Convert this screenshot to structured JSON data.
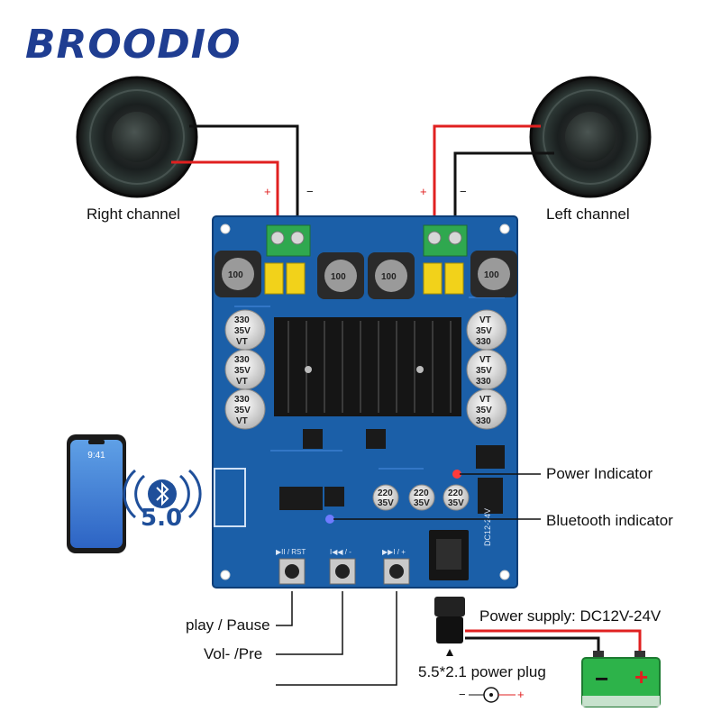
{
  "brand": "BROODIO",
  "speakers": {
    "right": {
      "label": "Right channel",
      "plus": "+",
      "minus": "−"
    },
    "left": {
      "label": "Left channel",
      "plus": "+",
      "minus": "−"
    }
  },
  "phone": {
    "time": "9:41"
  },
  "bluetooth": {
    "version": "5.0"
  },
  "board": {
    "capacitor_text": [
      "330",
      "35V",
      "VT"
    ],
    "small_cap_text": [
      "220",
      "35V"
    ],
    "inductor_text": "100",
    "power_jack_label": "DC12-24V",
    "button_labels": [
      "▶II / RST",
      "I◀◀ / -",
      "▶▶I / +"
    ]
  },
  "callouts": {
    "power_indicator": "Power Indicator",
    "bluetooth_indicator": "Bluetooth indicator",
    "play_pause": "play / Pause",
    "vol_pre": "Vol- /Pre",
    "power_supply": "Power supply: DC12V-24V",
    "power_plug": "5.5*2.1 power plug",
    "plug_polarity_minus": "−",
    "plug_polarity_plus": "+"
  },
  "battery": {
    "minus": "−",
    "plus": "+"
  },
  "colors": {
    "brand": "#1f3d91",
    "board": "#1b5fa8",
    "wire_red": "#e02020",
    "wire_black": "#111111",
    "terminal": "#2fa84f",
    "battery": "#2db34a",
    "capacitor_yellow": "#f2d21a"
  }
}
